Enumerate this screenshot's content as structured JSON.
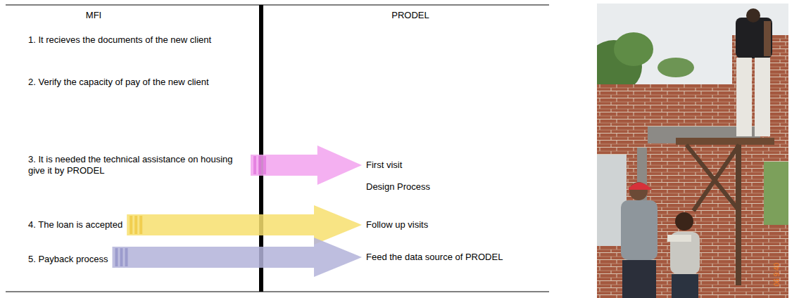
{
  "diagram": {
    "nodes": [
      {
        "text": [
          "1. It recieves the documents of the new client"
        ]
      },
      {
        "text": [
          "2. Verify the capacity of pay of the new client"
        ]
      },
      {
        "text": [
          "3. It is needed the technical assistance on housing give it by PRODEL"
        ]
      },
      {
        "text": [
          "First visit",
          "Design Process"
        ]
      },
      {
        "text": [
          "4. The loan is accepted"
        ]
      },
      {
        "text": [
          "Follow up visits"
        ]
      },
      {
        "text": [
          "5. Payback process"
        ]
      },
      {
        "text": [
          "Feed the data source of PRODEL"
        ]
      }
    ],
    "edges": [
      {
        "from": 2,
        "to": 3,
        "arrow": "to"
      },
      {
        "from": 4,
        "to": 5,
        "arrow": "to"
      },
      {
        "from": 6,
        "to": 7,
        "arrow": "to"
      }
    ],
    "labels": [
      "MFI",
      "PRODEL",
      "06 9:40"
    ]
  }
}
